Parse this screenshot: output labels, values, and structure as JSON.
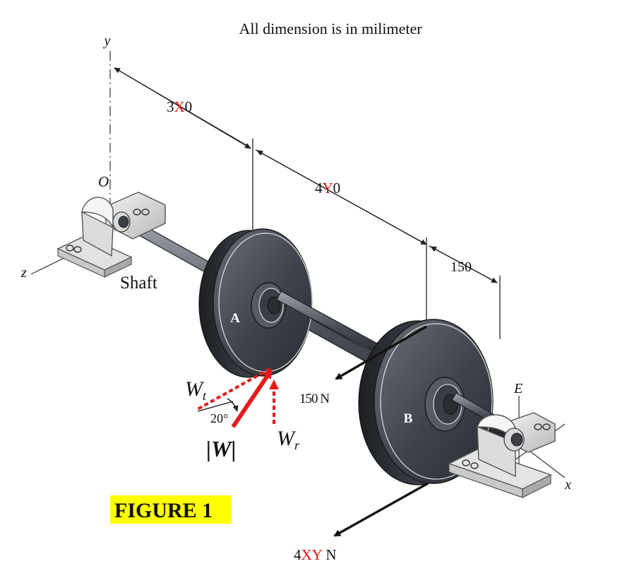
{
  "header_note": "All dimension is in milimeter",
  "axes": {
    "y": "y",
    "z": "z",
    "x": "x"
  },
  "points": {
    "O": "O",
    "A": "A",
    "B": "B",
    "E": "E"
  },
  "shaft_label": "Shaft",
  "dimensions": {
    "d1": {
      "pre": "3",
      "var": "X",
      "post": "0"
    },
    "d2": {
      "pre": "4",
      "var": "Y",
      "post": "0"
    },
    "d3": "150"
  },
  "forces": {
    "f1": "150 N",
    "f2": {
      "pre": "4",
      "var": "XY",
      "post": " N"
    }
  },
  "gear_force": {
    "wt": "W",
    "wt_sub": "t",
    "wr": "W",
    "wr_sub": "r",
    "w": "|W|",
    "angle": "20°"
  },
  "figure_label": "FIGURE 1",
  "colors": {
    "highlight": "#ffff00",
    "variable": "#e01010",
    "force_red": "#e51a1a"
  }
}
